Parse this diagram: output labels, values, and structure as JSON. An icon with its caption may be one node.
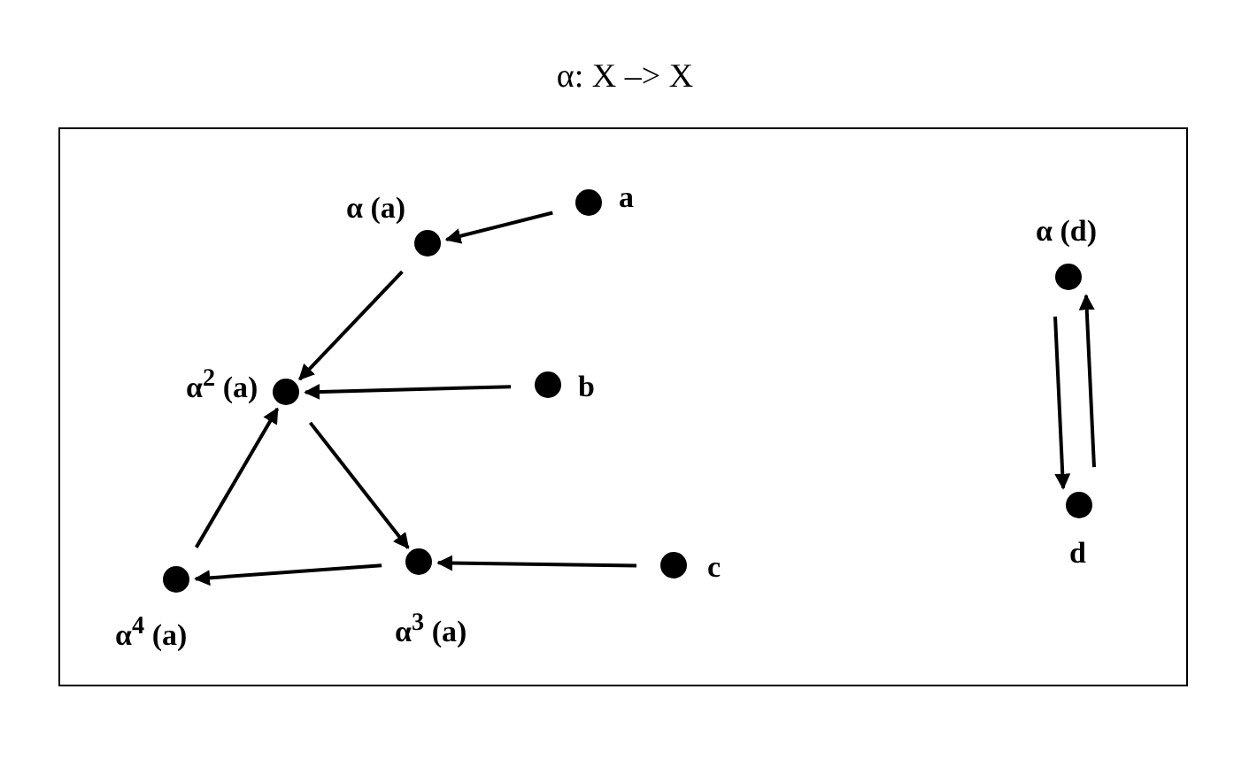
{
  "diagram": {
    "title": "α: X –> X",
    "nodes": [
      {
        "text": [],
        "shape": "box"
      },
      {
        "text": [],
        "shape": "circle",
        "beside": [
          "a"
        ],
        "in": 0
      },
      {
        "text": [],
        "shape": "circle",
        "beside": [
          "α (a)"
        ],
        "in": 0
      },
      {
        "text": [],
        "shape": "circle",
        "beside": [
          "α$^{2}$ (a)"
        ],
        "in": 0
      },
      {
        "text": [],
        "shape": "circle",
        "beside": [
          "b"
        ],
        "in": 0
      },
      {
        "text": [],
        "shape": "circle",
        "beside": [
          "c"
        ],
        "in": 0
      },
      {
        "text": [],
        "shape": "circle",
        "beside": [
          "α$^{3}$ (a)"
        ],
        "in": 0
      },
      {
        "text": [],
        "shape": "circle",
        "beside": [
          "α$^{4}$ (a)"
        ],
        "in": 0
      },
      {
        "text": [],
        "shape": "circle",
        "beside": [
          "α (d)"
        ],
        "in": 0
      },
      {
        "text": [],
        "shape": "circle",
        "beside": [
          "d"
        ],
        "in": 0
      }
    ],
    "edges": [
      {
        "from": 1,
        "to": 2,
        "arrow": "to"
      },
      {
        "from": 2,
        "to": 3,
        "arrow": "to"
      },
      {
        "from": 4,
        "to": 3,
        "arrow": "to"
      },
      {
        "from": 3,
        "to": 6,
        "arrow": "to"
      },
      {
        "from": 5,
        "to": 6,
        "arrow": "to"
      },
      {
        "from": 6,
        "to": 7,
        "arrow": "to"
      },
      {
        "from": 7,
        "to": 3,
        "arrow": "to"
      },
      {
        "from": 9,
        "to": 8,
        "arrow": "to"
      },
      {
        "from": 8,
        "to": 9,
        "arrow": "to"
      }
    ]
  }
}
